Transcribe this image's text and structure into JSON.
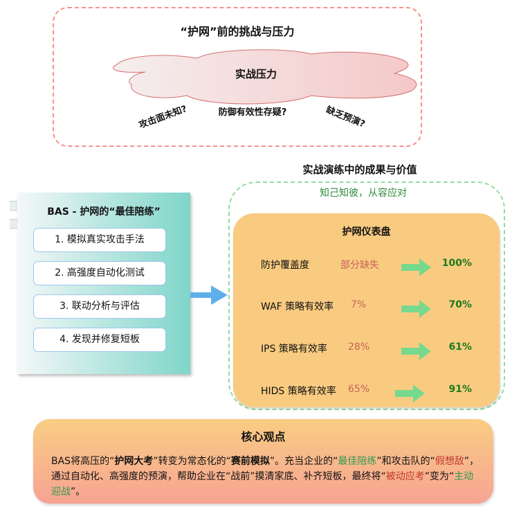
{
  "challenges": {
    "title": "“护网”前的挑战与压力",
    "cloud": "实战压力",
    "questions": [
      "攻击面未知?",
      "防御有效性存疑?",
      "缺乏预演?"
    ]
  },
  "bas": {
    "title": "BAS - 护网的“最佳陪练”",
    "steps": [
      "1. 模拟真实攻击手法",
      "2. 高强度自动化测试",
      "3. 联动分析与评估",
      "4. 发现并修复短板"
    ]
  },
  "results": {
    "title": "实战演练中的成果与价值",
    "subtitle": "知己知彼，从容应对",
    "dashboard": {
      "title": "护网仪表盘",
      "rows": [
        {
          "label": "防护覆盖度",
          "before": "部分缺失",
          "after": "100%"
        },
        {
          "label": "WAF 策略有效率",
          "before": "7%",
          "after": "70%"
        },
        {
          "label": "IPS 策略有效率",
          "before": "28%",
          "after": "61%"
        },
        {
          "label": "HIDS 策略有效率",
          "before": "65%",
          "after": "91%"
        }
      ]
    }
  },
  "core": {
    "title": "核心观点",
    "parts": [
      "BAS将高压的“",
      "护网大考",
      "”转变为常态化的“",
      "赛前模拟",
      "”。充当企业的“",
      "最佳陪练",
      "”和攻击队的“",
      "假想敌",
      "”，通过自动化、高强度的预演，帮助企业在“战前”摸清家底、补齐短板，最终将“",
      "被动应考",
      "”变为“",
      "主动迎战",
      "”。"
    ]
  }
}
